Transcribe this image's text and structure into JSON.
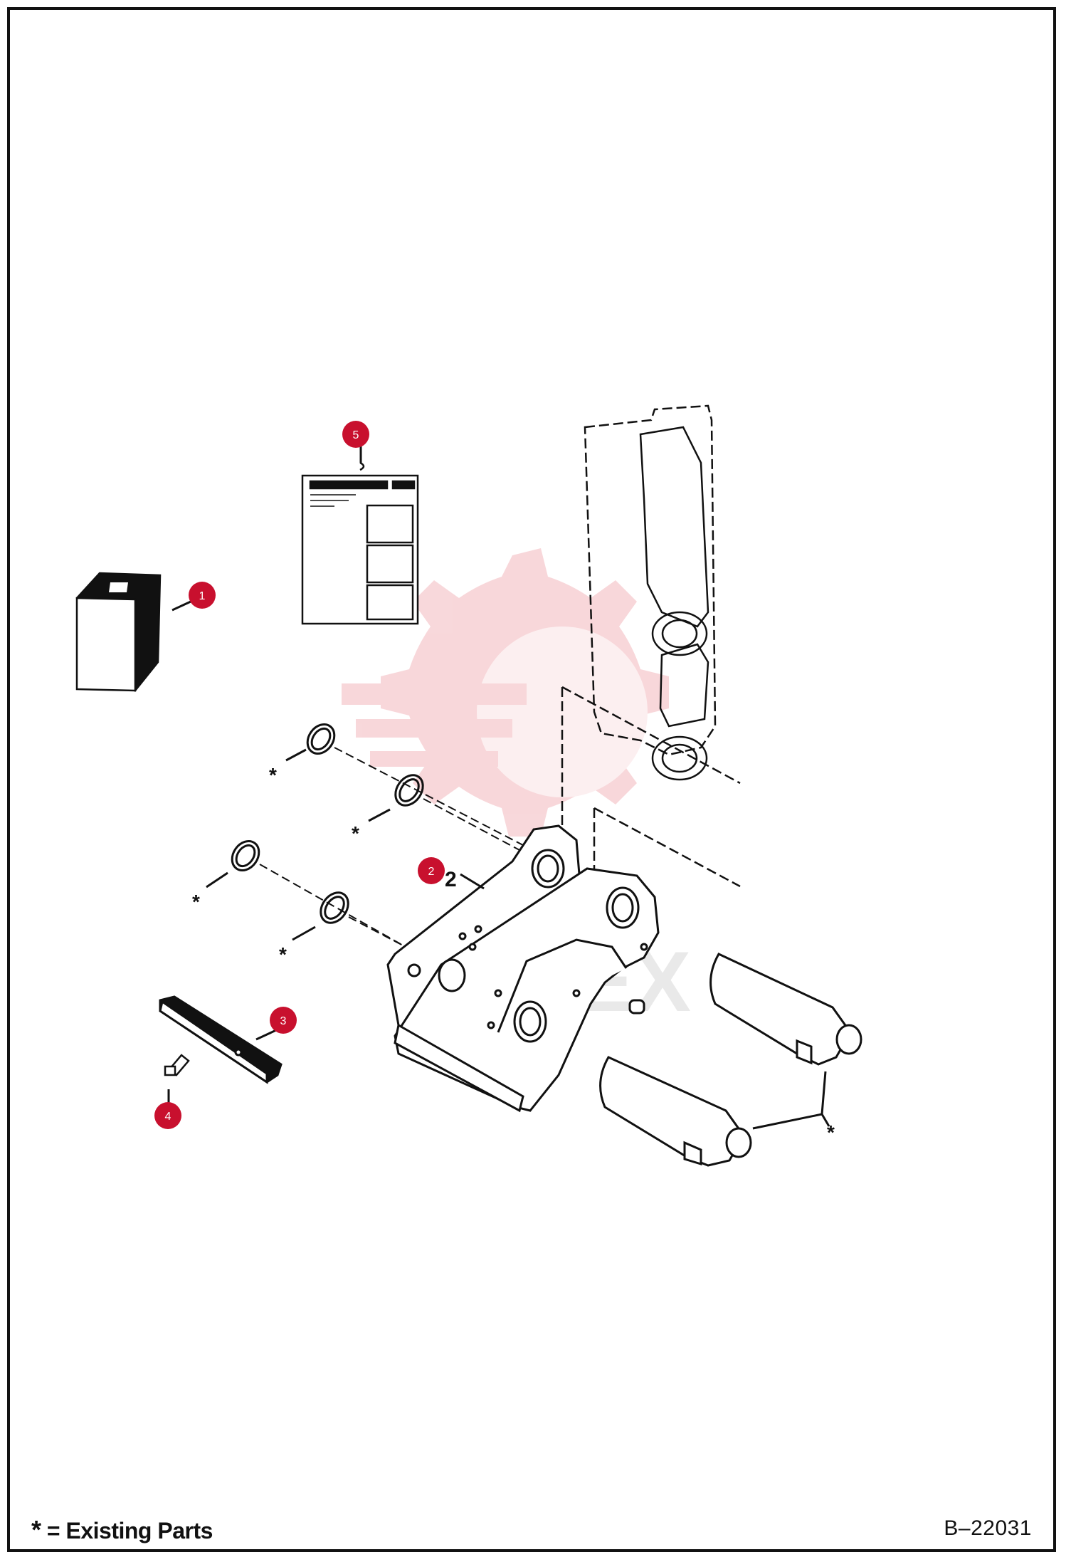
{
  "callouts": [
    {
      "id": "1",
      "label": "1"
    },
    {
      "id": "2",
      "label": "2"
    },
    {
      "id": "3",
      "label": "3"
    },
    {
      "id": "4",
      "label": "4"
    },
    {
      "id": "5",
      "label": "5"
    }
  ],
  "part_labels": {
    "bracket_number": "2",
    "existing_marker": "*"
  },
  "watermark_text": "MATEX",
  "legend": {
    "star": "*",
    "text": " = Existing Parts"
  },
  "drawing_number": "B–22031",
  "colors": {
    "callout": "#c8102e",
    "callout_text": "#ffffff",
    "line": "#111111",
    "watermark": "#f3b8bd"
  }
}
